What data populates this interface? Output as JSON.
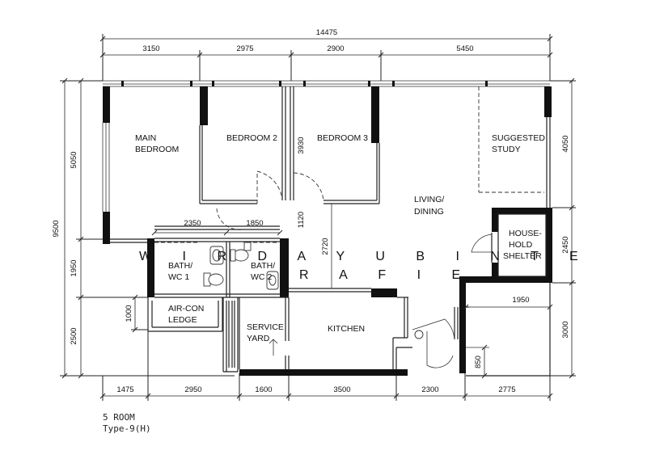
{
  "dimensions": {
    "overall_width": "14475",
    "top": [
      "3150",
      "2975",
      "2900",
      "5450"
    ],
    "bottom": [
      "1475",
      "2950",
      "1600",
      "3500",
      "2300",
      "2775"
    ],
    "left_overall": "9500",
    "left": [
      "5050",
      "1950",
      "2500"
    ],
    "left_ledge": "1000",
    "right": [
      "4050",
      "2450",
      "3000"
    ],
    "internal_3930": "3930",
    "internal_1120": "1120",
    "internal_2720": "2720",
    "internal_2350": "2350",
    "internal_1850": "1850",
    "internal_1950": "1950",
    "internal_850": "850"
  },
  "rooms": {
    "main_bedroom": [
      "MAIN",
      "BEDROOM"
    ],
    "bedroom2": "BEDROOM 2",
    "bedroom3": "BEDROOM 3",
    "study": [
      "SUGGESTED",
      "STUDY"
    ],
    "living": [
      "LIVING/",
      "DINING"
    ],
    "shelter": [
      "HOUSE-",
      "HOLD",
      "SHELTER"
    ],
    "bath1": [
      "BATH/",
      "WC 1"
    ],
    "bath2": [
      "BATH/",
      "WC 2"
    ],
    "aircon": [
      "AIR-CON",
      "LEDGE"
    ],
    "service": [
      "SERVICE",
      "YARD"
    ],
    "kitchen": "KITCHEN"
  },
  "watermark": [
    "W I R D A Y U   B I N T E",
    "R A F I E"
  ],
  "caption": {
    "line1": "5 ROOM",
    "line2": "Type-9(H)"
  }
}
